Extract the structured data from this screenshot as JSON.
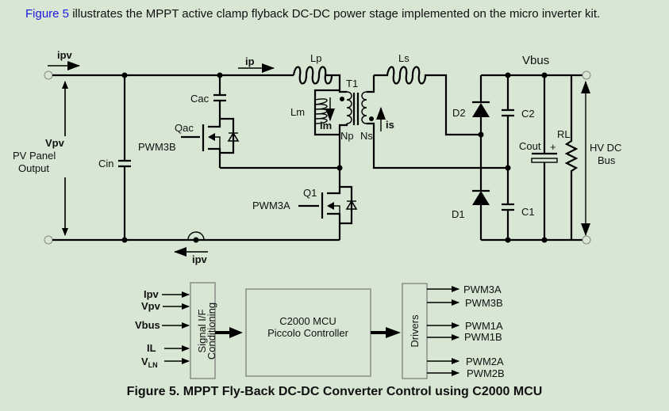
{
  "intro": {
    "link_text": "Figure 5",
    "text": " illustrates the MPPT active clamp flyback DC-DC power stage implemented on the micro inverter kit."
  },
  "schematic": {
    "labels": {
      "ipv_top": "ipv",
      "ipv_bottom": "ipv",
      "ip": "ip",
      "vpv": "Vpv",
      "pv_panel_line1": "PV Panel",
      "pv_panel_line2": "Output",
      "cin": "Cin",
      "cac": "Cac",
      "qac": "Qac",
      "pwm3b": "PWM3B",
      "q1": "Q1",
      "pwm3a": "PWM3A",
      "lp": "Lp",
      "ls": "Ls",
      "lm": "Lm",
      "im": "im",
      "t1": "T1",
      "np": "Np",
      "ns": "Ns",
      "is": "is",
      "vbus": "Vbus",
      "d2": "D2",
      "d1": "D1",
      "c2": "C2",
      "c1": "C1",
      "cout": "Cout",
      "cout_plus": "+",
      "rl": "RL",
      "hvdc_line1": "HV DC",
      "hvdc_line2": "Bus"
    }
  },
  "block_diagram": {
    "inputs": [
      "Ipv",
      "Vpv",
      "Vbus",
      "IL",
      "V"
    ],
    "vln_subscript": "LN",
    "signal_block_line1": "Signal I/F",
    "signal_block_line2": "Conditioning",
    "mcu_line1": "C2000 MCU",
    "mcu_line2": "Piccolo Controller",
    "drivers": "Drivers",
    "outputs": [
      "PWM3A",
      "PWM3B",
      "PWM1A",
      "PWM1B",
      "PWM2A",
      "PWM2B"
    ]
  },
  "caption": "Figure 5. MPPT Fly-Back DC-DC Converter Control using C2000 MCU"
}
